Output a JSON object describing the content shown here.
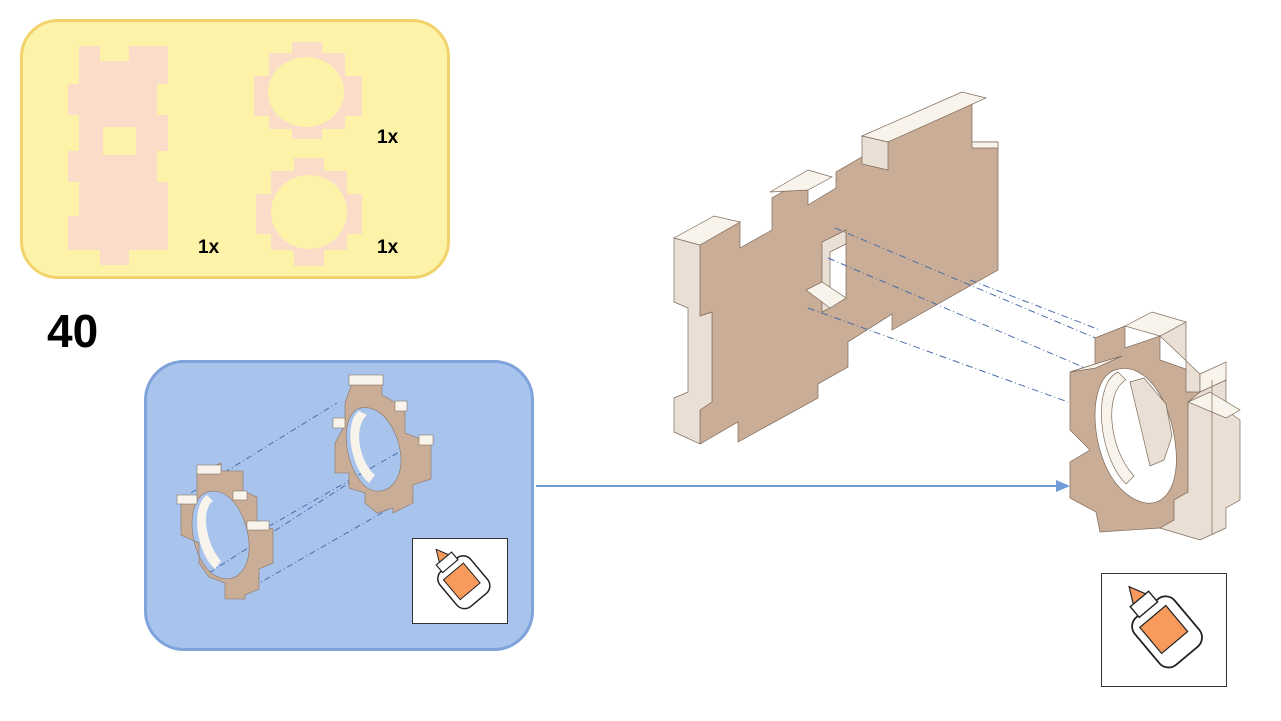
{
  "step": {
    "number": "40"
  },
  "parts_panel": {
    "quantities": [
      "1x",
      "1x",
      "1x"
    ],
    "parts": [
      "base-plate",
      "gear-ring",
      "gear-ring"
    ]
  },
  "subassembly_panel": {
    "tool_icon": "glue-bottle-icon"
  },
  "main_assembly": {
    "tool_icon": "glue-bottle-icon"
  },
  "colors": {
    "parts_panel_fill": "#fdf3a8",
    "parts_panel_border": "#f2d26a",
    "subassembly_fill": "#a8c4ec",
    "subassembly_border": "#7ea3da",
    "part_flat": "#fbdcc8",
    "wood_face": "#c9ad97",
    "wood_side": "#e9dfd4",
    "wood_top": "#f8f4ec",
    "arrow": "#6f9bd9",
    "guide_line": "#4a6ea8",
    "glue_orange": "#f79a5c"
  }
}
